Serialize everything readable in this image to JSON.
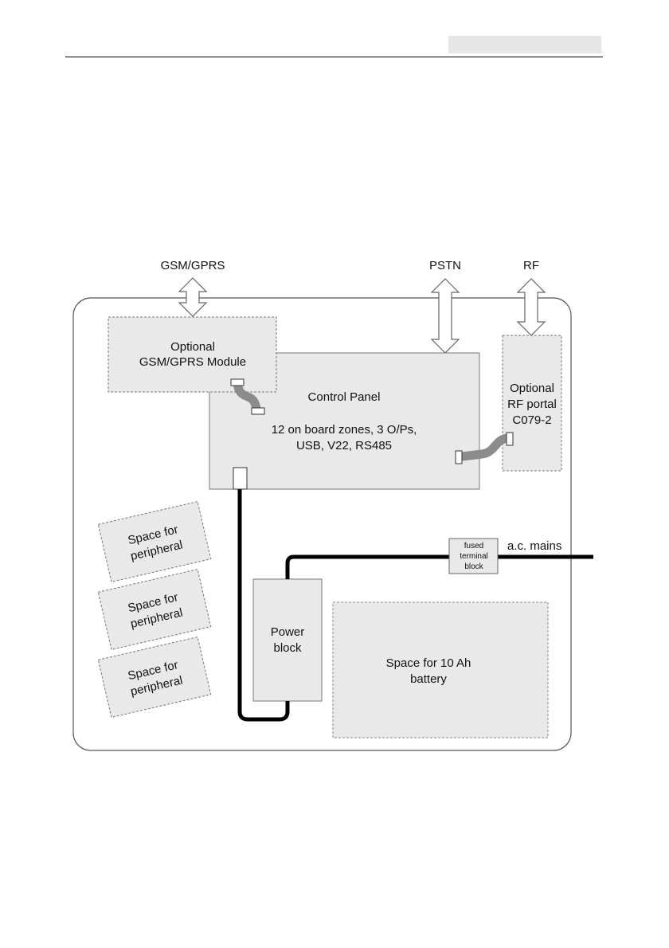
{
  "diagram": {
    "labels": {
      "gsm_gprs": "GSM/GPRS",
      "pstn": "PSTN",
      "rf": "RF",
      "ac_mains": "a.c. mains"
    },
    "gsm_module": {
      "line1": "Optional",
      "line2": "GSM/GPRS Module"
    },
    "control_panel": {
      "title": "Control Panel",
      "line1": "12 on board zones, 3 O/Ps,",
      "line2": "USB, V22, RS485"
    },
    "rf_portal": {
      "line1": "Optional",
      "line2": "RF portal",
      "line3": "C079-2"
    },
    "peripherals": [
      {
        "line1": "Space for",
        "line2": "peripheral"
      },
      {
        "line1": "Space for",
        "line2": "peripheral"
      },
      {
        "line1": "Space for",
        "line2": "peripheral"
      }
    ],
    "fused_block": {
      "line1": "fused",
      "line2": "terminal",
      "line3": "block"
    },
    "power_block": {
      "line1": "Power",
      "line2": "block"
    },
    "battery": {
      "line1": "Space for 10 Ah",
      "line2": "battery"
    }
  },
  "colors": {
    "box_fill": "#e9e9e9",
    "box_stroke": "#666666",
    "cable": "#000000",
    "ribbon": "#8c8c8c"
  }
}
